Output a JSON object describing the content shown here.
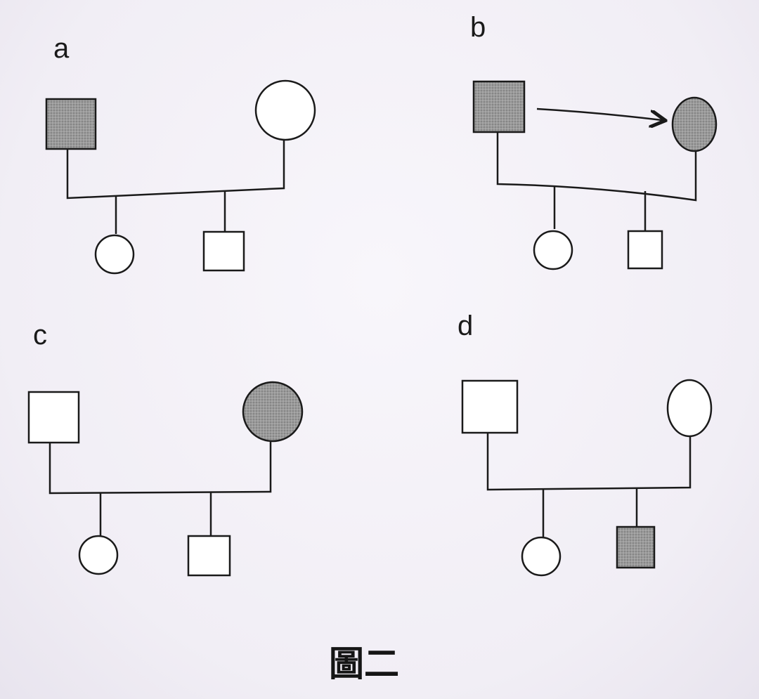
{
  "caption": "圖二",
  "colors": {
    "affected_fill": "#8f8f8f",
    "unaffected_fill": "#ffffff",
    "line": "#1a1a1a"
  },
  "panels": [
    {
      "label": "a",
      "father": {
        "shape": "square",
        "affected": true
      },
      "mother": {
        "shape": "circle",
        "affected": false
      },
      "children": [
        {
          "shape": "circle",
          "affected": false
        },
        {
          "shape": "square",
          "affected": false
        }
      ],
      "arrow": false
    },
    {
      "label": "b",
      "father": {
        "shape": "square",
        "affected": true
      },
      "mother": {
        "shape": "circle",
        "affected": true
      },
      "children": [
        {
          "shape": "circle",
          "affected": false
        },
        {
          "shape": "square",
          "affected": false
        }
      ],
      "arrow": true
    },
    {
      "label": "c",
      "father": {
        "shape": "square",
        "affected": false
      },
      "mother": {
        "shape": "circle",
        "affected": true
      },
      "children": [
        {
          "shape": "circle",
          "affected": false
        },
        {
          "shape": "square",
          "affected": false
        }
      ],
      "arrow": false
    },
    {
      "label": "d",
      "father": {
        "shape": "square",
        "affected": false
      },
      "mother": {
        "shape": "circle",
        "affected": false
      },
      "children": [
        {
          "shape": "circle",
          "affected": false
        },
        {
          "shape": "square",
          "affected": true
        }
      ],
      "arrow": false
    }
  ]
}
